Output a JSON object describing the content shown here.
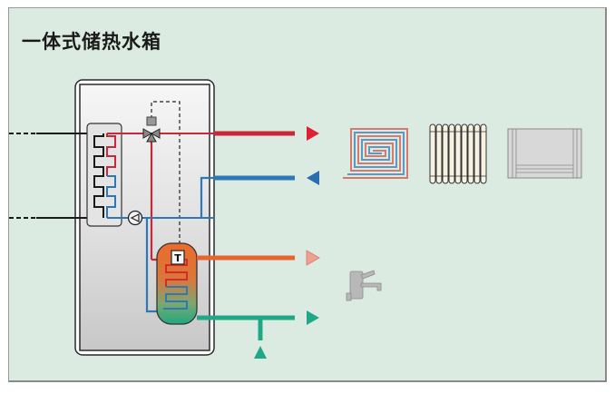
{
  "title": "一体式储热水箱",
  "colors": {
    "background": "#dcebe2",
    "hot_supply": "#c8283a",
    "return": "#2f78b8",
    "hot_water": "#e8642c",
    "hot_water_arrow": "#f0a090",
    "cold_water": "#1fa886",
    "pipe_outline": "#1a1a1a",
    "tank_casing": "#e6e6e6"
  },
  "components": {
    "tank_sensor_label": "T",
    "emitters": [
      "underfloor-heating",
      "radiator",
      "fan-coil-unit"
    ],
    "fixtures": [
      "water-tap"
    ]
  },
  "flows": [
    {
      "name": "heating-supply",
      "direction": "out",
      "color_key": "hot_supply"
    },
    {
      "name": "heating-return",
      "direction": "in",
      "color_key": "return"
    },
    {
      "name": "domestic-hot-water",
      "direction": "out",
      "color_key": "hot_water"
    },
    {
      "name": "cold-water",
      "direction": "in-out",
      "color_key": "cold_water"
    }
  ]
}
